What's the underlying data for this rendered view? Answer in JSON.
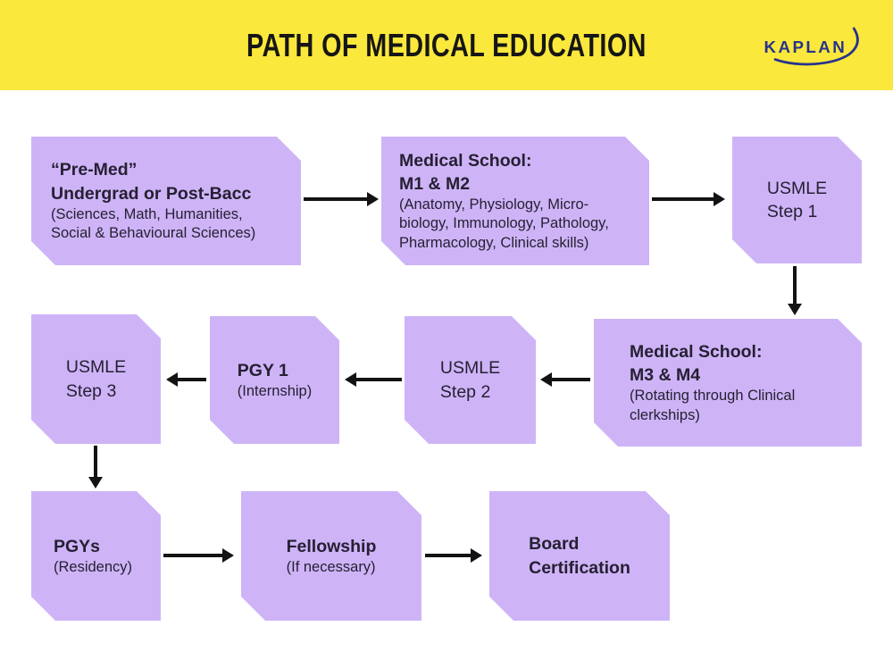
{
  "header": {
    "title": "PATH OF MEDICAL EDUCATION",
    "logo_text": "KAPLAN"
  },
  "colors": {
    "header_bg": "#FBE83C",
    "box_fill": "#CEB4F7",
    "text": "#262033",
    "arrow": "#131313",
    "logo": "#27338B"
  },
  "boxes": {
    "premed": {
      "l1": "“Pre-Med”",
      "l2": "Undergrad or Post-Bacc",
      "s1": "(Sciences, Math, Humanities,",
      "s2": "Social & Behavioural Sciences)"
    },
    "ms12": {
      "l1": "Medical School:",
      "l2": "M1 & M2",
      "s1": "(Anatomy, Physiology, Micro-",
      "s2": "biology, Immunology, Pathology,",
      "s3": "Pharmacology, Clinical skills)"
    },
    "usmle1": {
      "l1": "USMLE",
      "l2": "Step 1"
    },
    "ms34": {
      "l1": "Medical School:",
      "l2": "M3 & M4",
      "s1": "(Rotating through Clinical",
      "s2": "clerkships)"
    },
    "usmle2": {
      "l1": "USMLE",
      "l2": "Step 2"
    },
    "pgy1": {
      "l1": "PGY 1",
      "s1": "(Internship)"
    },
    "usmle3": {
      "l1": "USMLE",
      "l2": "Step 3"
    },
    "pgys": {
      "l1": "PGYs",
      "s1": "(Residency)"
    },
    "fellowship": {
      "l1": "Fellowship",
      "s1": "(If necessary)"
    },
    "board": {
      "l1": "Board",
      "l2": "Certification"
    }
  }
}
